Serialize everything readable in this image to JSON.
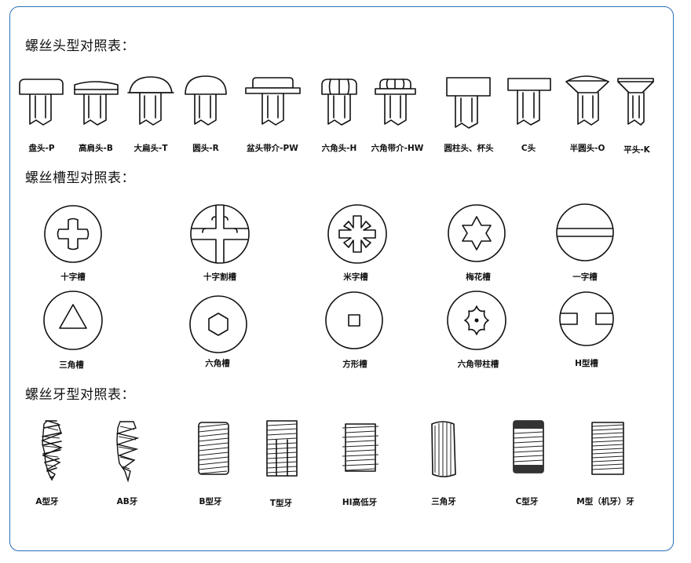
{
  "sections": {
    "head_title": "螺丝头型对照表：",
    "slot_title": "螺丝槽型对照表：",
    "thread_title": "螺丝牙型对照表："
  },
  "heads": [
    {
      "label": "盘头-P",
      "icon": "pan-head-icon"
    },
    {
      "label": "高肩头-B",
      "icon": "high-shoulder-head-icon"
    },
    {
      "label": "大扁头-T",
      "icon": "truss-head-icon"
    },
    {
      "label": "圆头-R",
      "icon": "round-head-icon"
    },
    {
      "label": "盆头带介-PW",
      "icon": "pan-washer-head-icon"
    },
    {
      "label": "六角头-H",
      "icon": "hex-head-icon"
    },
    {
      "label": "六角带介-HW",
      "icon": "hex-washer-head-icon"
    },
    {
      "label": "圆柱头、杯头",
      "icon": "cylinder-head-icon"
    },
    {
      "label": "C头",
      "icon": "c-head-icon"
    },
    {
      "label": "半圆头-O",
      "icon": "oval-head-icon"
    },
    {
      "label": "平头-K",
      "icon": "flat-head-icon"
    }
  ],
  "slots": [
    {
      "label": "十字槽",
      "icon": "phillips-slot-icon"
    },
    {
      "label": "十字割槽",
      "icon": "combo-slot-icon"
    },
    {
      "label": "米字槽",
      "icon": "pozidriv-slot-icon"
    },
    {
      "label": "梅花槽",
      "icon": "torx-slot-icon"
    },
    {
      "label": "一字槽",
      "icon": "slotted-icon"
    },
    {
      "label": "三角槽",
      "icon": "triangle-slot-icon"
    },
    {
      "label": "六角槽",
      "icon": "hex-socket-icon"
    },
    {
      "label": "方形槽",
      "icon": "square-slot-icon"
    },
    {
      "label": "六角带柱槽",
      "icon": "torx-pin-slot-icon"
    },
    {
      "label": "H型槽",
      "icon": "h-slot-icon"
    }
  ],
  "threads": [
    {
      "label": "A型牙",
      "icon": "a-thread-icon"
    },
    {
      "label": "AB牙",
      "icon": "ab-thread-icon"
    },
    {
      "label": "B型牙",
      "icon": "b-thread-icon"
    },
    {
      "label": "T型牙",
      "icon": "t-thread-icon"
    },
    {
      "label": "HI高低牙",
      "icon": "hi-lo-thread-icon"
    },
    {
      "label": "三角牙",
      "icon": "triangle-thread-icon"
    },
    {
      "label": "C型牙",
      "icon": "c-thread-icon"
    },
    {
      "label": "M型（机牙）牙",
      "icon": "machine-thread-icon"
    }
  ],
  "colors": {
    "frame": "#2a6fb7",
    "ink": "#111111"
  }
}
